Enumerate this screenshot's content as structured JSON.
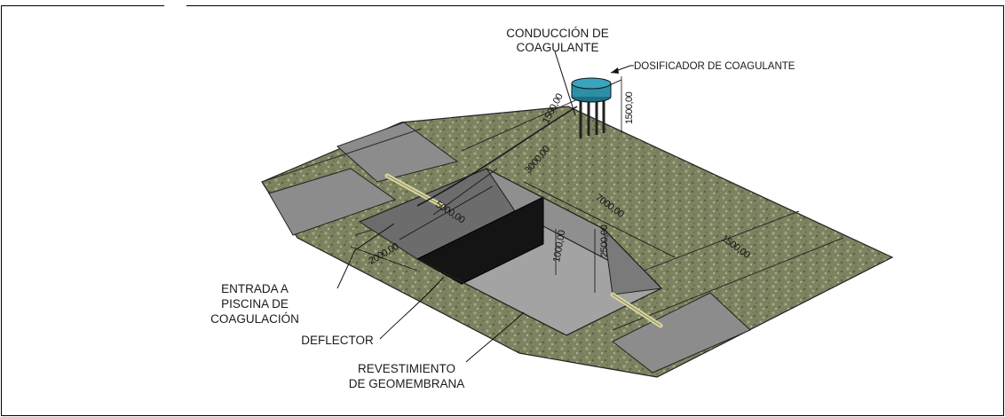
{
  "labels": {
    "conduccion_line1": "CONDUCCIÓN DE",
    "conduccion_line2": "COAGULANTE",
    "dosificador": "DOSIFICADOR DE COAGULANTE",
    "entrada_line1": "ENTRADA A",
    "entrada_line2": "PISCINA DE",
    "entrada_line3": "COAGULACIÓN",
    "deflector": "DEFLECTOR",
    "revestimiento_line1": "REVESTIMIENTO",
    "revestimiento_line2": "DE GEOMEMBRANA"
  },
  "dimensions": {
    "d1500_top": "1500,00",
    "d3000": "3000,00",
    "d1500_tank": "1500,00",
    "d7000": "7000,00",
    "d5000": "5000,00",
    "d1500_right": "1500,00",
    "d2500": "2500,00",
    "d1000": "1000,00",
    "d2000": "2000,00"
  },
  "colors": {
    "ground": "#7d8260",
    "ground_dark": "#5d6248",
    "pool_floor": "#a3a3a3",
    "pool_wall": "#8a8a8a",
    "pool_wall_dark": "#6c6c6c",
    "deflector": "#141414",
    "tank": "#2c8fa8",
    "pipe": "#d8d49a"
  }
}
